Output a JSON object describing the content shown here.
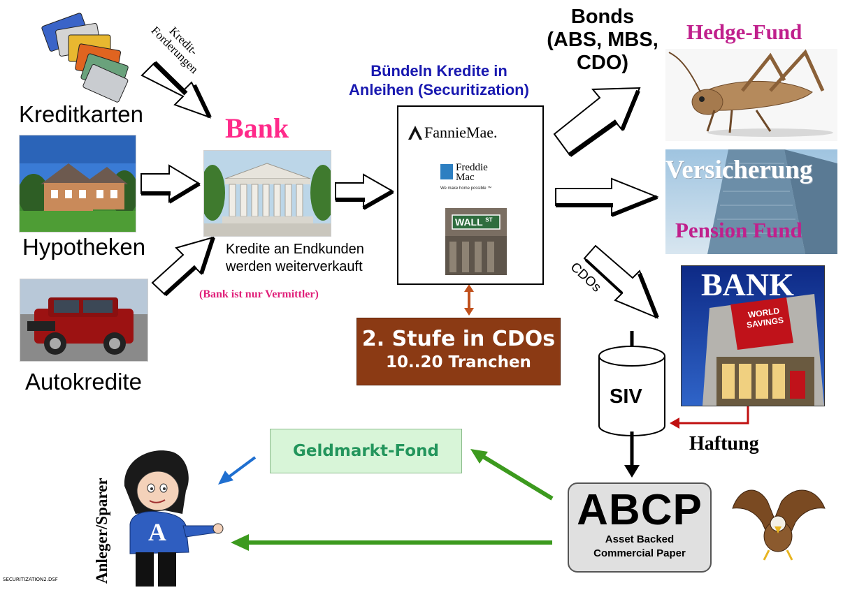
{
  "sources": {
    "kreditkarten": "Kreditkarten",
    "hypotheken": "Hypotheken",
    "autokredite": "Autokredite",
    "kredit_forderungen_line1": "Kredit-",
    "kredit_forderungen_line2": "Forderungen"
  },
  "bank": {
    "title": "Bank",
    "desc_line1": "Kredite an Endkunden",
    "desc_line2": "werden weiterverkauft",
    "note": "(Bank ist nur Vermittler)"
  },
  "securitization": {
    "line1": "Bündeln Kredite in",
    "line2": "Anleihen (Securitization)",
    "fannie": "FannieMae.",
    "freddie_line1": "Freddie",
    "freddie_line2": "Mac",
    "freddie_tagline": "We make home possible ™",
    "wall_street": "WALL",
    "wall_st": "ST"
  },
  "bonds": {
    "line1": "Bonds",
    "line2": "(ABS, MBS,",
    "line3": "CDO)"
  },
  "investors": {
    "hedge_fund": "Hedge-Fund",
    "versicherung": "Versicherung",
    "pension_fund": "Pension Fund",
    "bank_caps": "BANK",
    "world_savings_1": "WORLD",
    "world_savings_2": "SAVINGS"
  },
  "cdo_stage": {
    "line1": "2. Stufe in CDOs",
    "line2": "10..20 Tranchen"
  },
  "cdos_arrow_label": "CDOs",
  "siv": "SIV",
  "haftung": "Haftung",
  "abcp": {
    "title": "ABCP",
    "line1": "Asset Backed",
    "line2": "Commercial Paper"
  },
  "geldmarkt": "Geldmarkt-Fond",
  "anleger": {
    "label": "Anleger/Sparer",
    "shirt_letter": "A"
  },
  "footer": "SECURITIZATION2.DSF",
  "colors": {
    "bank_pink": "#ff2a8a",
    "head_blue": "#1919b0",
    "hedge_magenta": "#c0208c",
    "stage_brown": "#8b3a14",
    "geld_green": "#23955c",
    "arrow_green": "#3c9a1e",
    "arrow_blue": "#1f6fd0",
    "arrow_red": "#c01010"
  }
}
